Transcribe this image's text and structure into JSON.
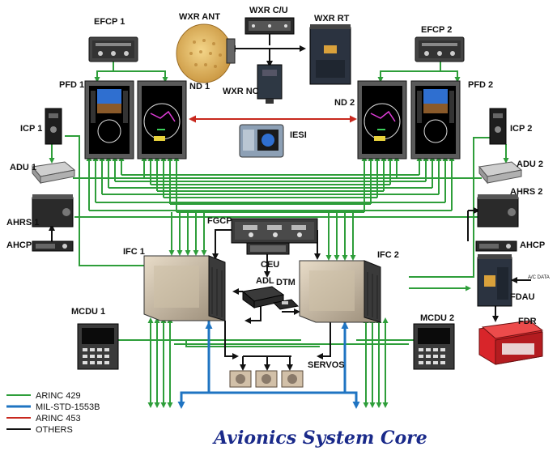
{
  "title": "Avionics System Core",
  "labels": {
    "efcp1": "EFCP 1",
    "efcp2": "EFCP 2",
    "wxr_ant": "WXR ANT",
    "wxr_cu": "WXR C/U",
    "wxr_rt": "WXR RT",
    "wxr_nc": "WXR NC",
    "pfd1": "PFD 1",
    "nd1": "ND 1",
    "nd2": "ND 2",
    "pfd2": "PFD 2",
    "icp1": "ICP 1",
    "icp2": "ICP 2",
    "iesi": "IESI",
    "adu1": "ADU 1",
    "adu2": "ADU 2",
    "ahrs1": "AHRS 1",
    "ahrs2": "AHRS 2",
    "ahcp_left": "AHCP",
    "ahcp_right": "AHCP",
    "fgcp": "FGCP",
    "ifc1": "IFC 1",
    "ifc2": "IFC 2",
    "ceu": "CEU",
    "adl": "ADL",
    "dtm": "DTM",
    "ac_data": "A/C DATA",
    "fdau": "FDAU",
    "fdr": "FDR",
    "mcdu1": "MCDU 1",
    "mcdu2": "MCDU 2",
    "servos": "SERVOS"
  },
  "legend": [
    {
      "label": "ARINC 429",
      "color": "#2e9e3a"
    },
    {
      "label": "MIL-STD-1553B",
      "color": "#1f74c2"
    },
    {
      "label": "ARINC 453",
      "color": "#c8281e"
    },
    {
      "label": "OTHERS",
      "color": "#111111"
    }
  ]
}
